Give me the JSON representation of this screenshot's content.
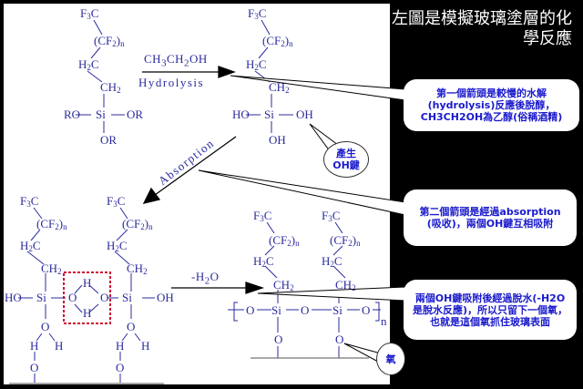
{
  "title": "左圖是模擬玻璃塗層的化學反應",
  "reaction": {
    "reagent": "CH3CH2OH",
    "hydrolysis_label": "Hydrolysis",
    "absorption_label": "Absorption",
    "dehydration_label": "-H2O"
  },
  "molecule_labels": {
    "f3c": "F3C",
    "cf2n": "(CF2)n",
    "h2c": "H2C",
    "ch2": "CH2",
    "ro": "RO",
    "or": "OR",
    "si": "Si",
    "ho": "HO",
    "oh": "OH",
    "o": "O",
    "h": "H",
    "n": "n"
  },
  "callouts": [
    {
      "text": "第一個箭頭是較慢的水解(hydrolysis)反應後脫醇，CH3CH2OH為乙醇(俗稱酒精)"
    },
    {
      "text": "第二個箭頭是經過absorption (吸收)，兩個OH鍵互相吸附"
    },
    {
      "text": "兩個OH鍵吸附後經過脫水(-H2O是脫水反應)，所以只留下一個氧，也就是這個氧抓住玻璃表面"
    },
    {
      "text": "產生OH鍵"
    },
    {
      "text": "氧"
    }
  ],
  "colors": {
    "chem": "#2b2b9e",
    "callout_text": "#1a1acc",
    "highlight_box": "#cc1133"
  }
}
